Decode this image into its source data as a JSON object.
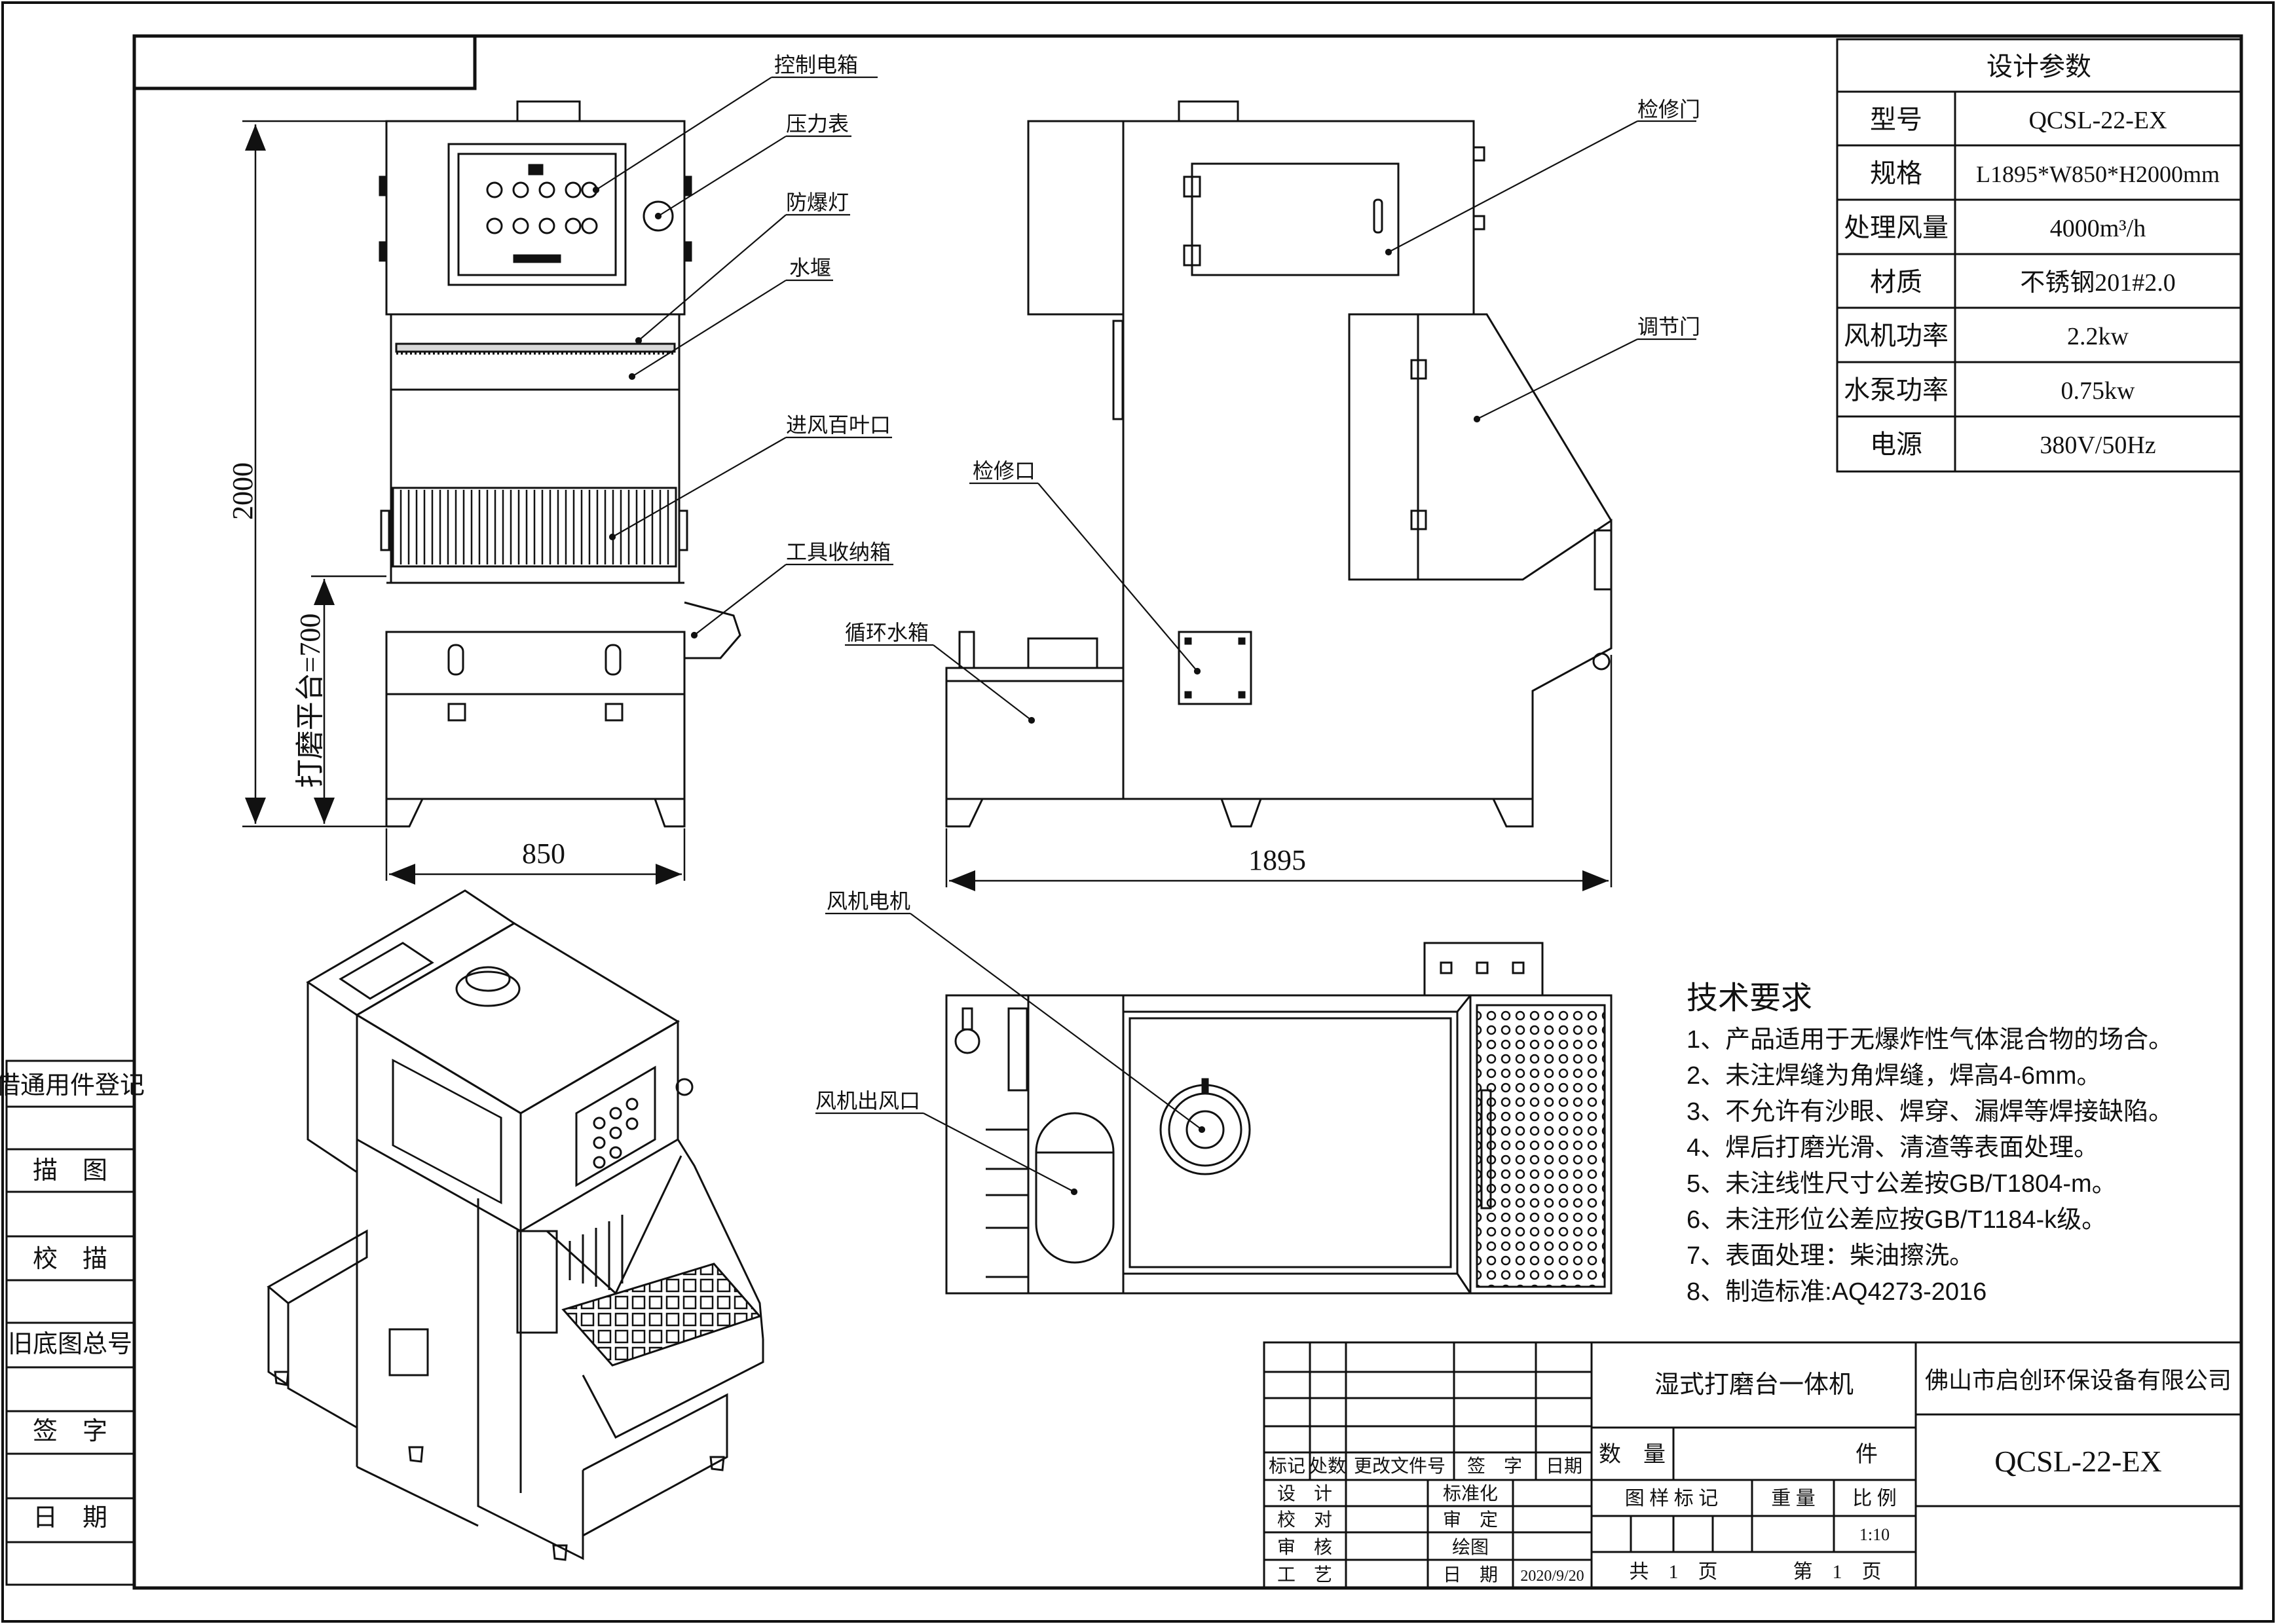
{
  "left_strip": {
    "items": [
      "借通用件登记",
      "描　图",
      "校　描",
      "旧底图总号",
      "签　字",
      "日　期"
    ]
  },
  "dimensions": {
    "height": "2000",
    "platform": "打磨平台=700",
    "front_width": "850",
    "side_length": "1895"
  },
  "callouts": {
    "control_box": "控制电箱",
    "pressure_gauge": "压力表",
    "explosion_light": "防爆灯",
    "water_weir": "水堰",
    "inlet_louver": "进风百叶口",
    "tool_box": "工具收纳箱",
    "inspect_door": "检修门",
    "adjust_door": "调节门",
    "inspect_port": "检修口",
    "water_tank": "循环水箱",
    "fan_motor": "风机电机",
    "fan_outlet": "风机出风口"
  },
  "params": {
    "title": "设计参数",
    "rows": [
      {
        "key": "型号",
        "value": "QCSL-22-EX"
      },
      {
        "key": "规格",
        "value": "L1895*W850*H2000mm"
      },
      {
        "key": "处理风量",
        "value": "4000m³/h"
      },
      {
        "key": "材质",
        "value": "不锈钢201#2.0"
      },
      {
        "key": "风机功率",
        "value": "2.2kw"
      },
      {
        "key": "水泵功率",
        "value": "0.75kw"
      },
      {
        "key": "电源",
        "value": "380V/50Hz"
      }
    ]
  },
  "tech": {
    "title": "技术要求",
    "items": [
      "1、产品适用于无爆炸性气体混合物的场合。",
      "2、未注焊缝为角焊缝，焊高4-6mm。",
      "3、不允许有沙眼、焊穿、漏焊等焊接缺陷。",
      "4、焊后打磨光滑、清渣等表面处理。",
      "5、未注线性尺寸公差按GB/T1804-m。",
      "6、未注形位公差应按GB/T1184-k级。",
      "7、表面处理：柴油擦洗。",
      "8、制造标准:AQ4273-2016"
    ]
  },
  "title_block": {
    "product_name": "湿式打磨台一体机",
    "company": "佛山市启创环保设备有限公司",
    "drawing_no": "QCSL-22-EX",
    "rev_headers": [
      "标记",
      "处数",
      "更改文件号",
      "签　字",
      "日期"
    ],
    "quantity_label": "数　量",
    "piece_label": "件",
    "sign_rows": [
      {
        "a": "设　计",
        "b": "标准化"
      },
      {
        "a": "校　对",
        "b": "审　定"
      },
      {
        "a": "审　核",
        "b": "绘图"
      },
      {
        "a": "工　艺",
        "b": "日　期"
      }
    ],
    "date": "2020/9/20",
    "sample_mark": "图 样 标 记",
    "weight": "重 量",
    "scale_label": "比 例",
    "scale": "1:10",
    "total_sheets": "共　1　页",
    "sheet_no": "第　1　页"
  }
}
